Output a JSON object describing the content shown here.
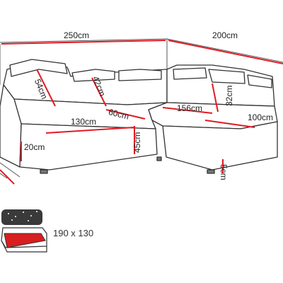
{
  "dimensions": {
    "total_width": "250cm",
    "corner_width": "200cm",
    "back_height_a": "54cm",
    "back_height_b": "42cm",
    "seat_length": "130cm",
    "seat_depth_a": "60cm",
    "seat_length_corner": "156cm",
    "back_height_c": "32cm",
    "seat_depth_b": "100cm",
    "seat_height": "45cm",
    "arm_height": "20cm",
    "leg_height": "5cm"
  },
  "bed": {
    "size": "190 x 130"
  },
  "colors": {
    "dimension_line": "#e01b24",
    "outline": "#333333"
  }
}
